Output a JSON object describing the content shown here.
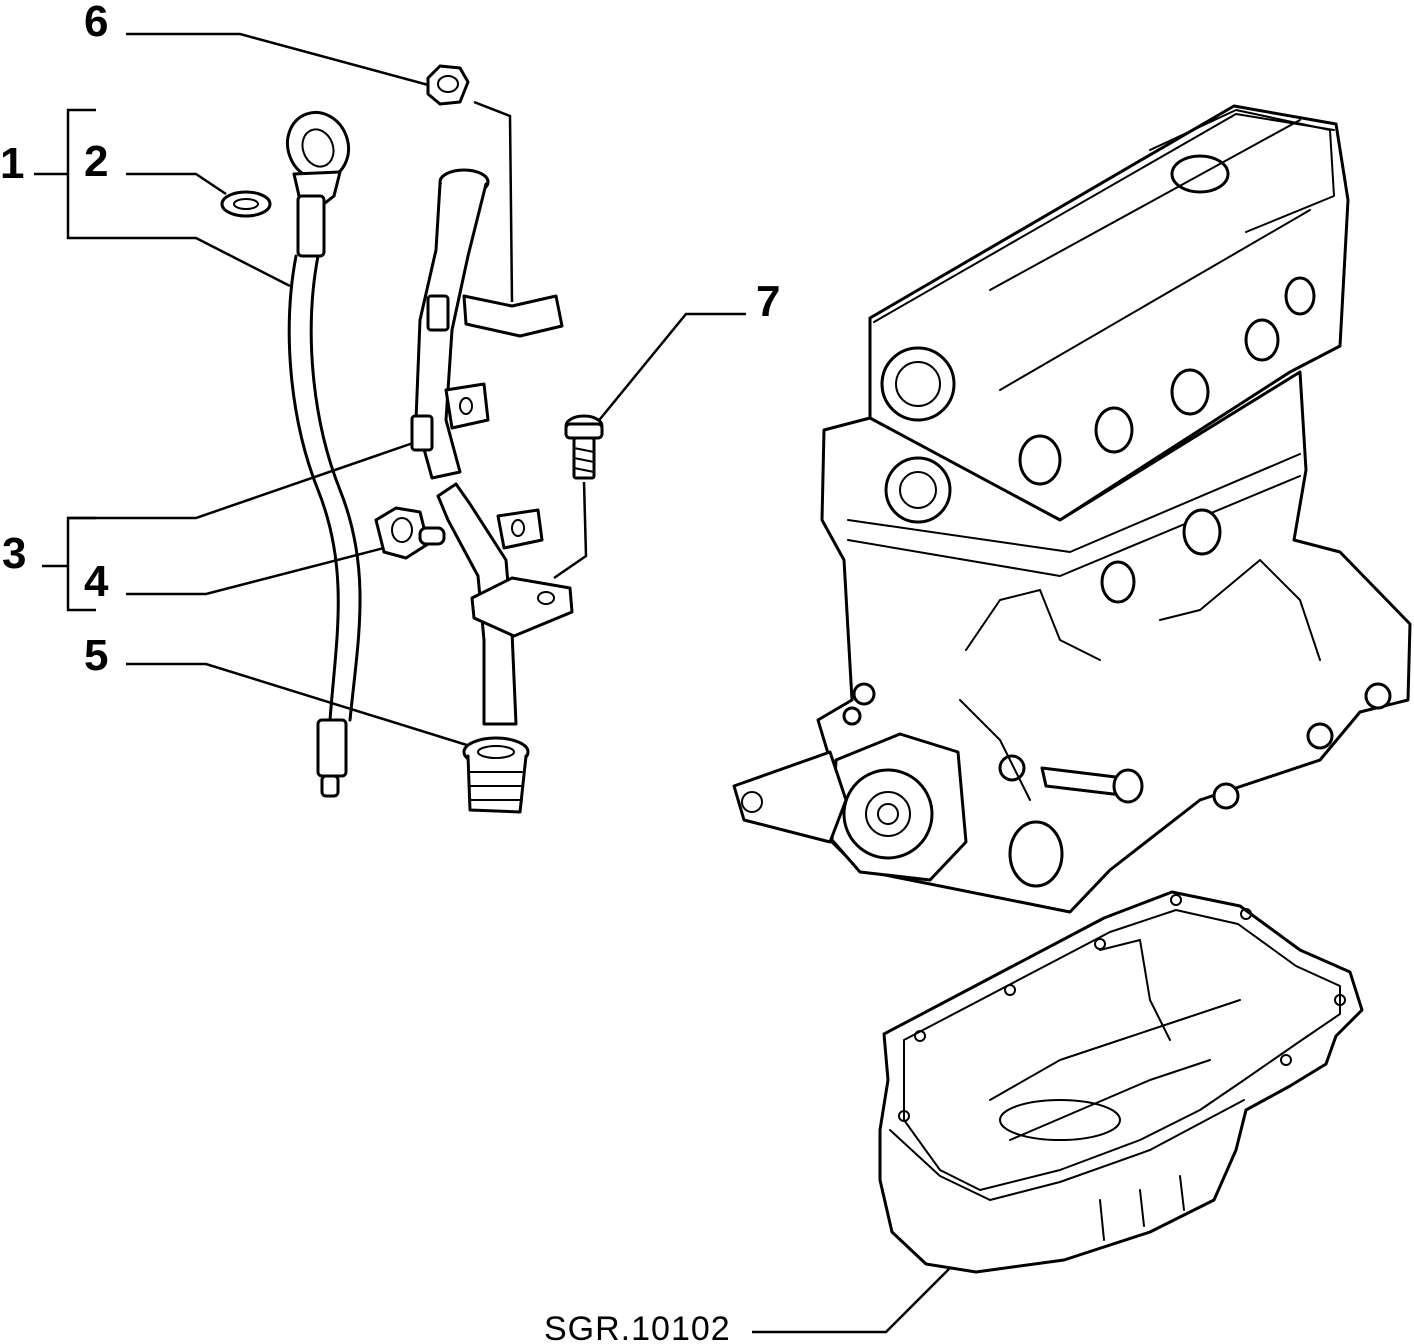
{
  "callouts": [
    {
      "id": "1",
      "label": "1"
    },
    {
      "id": "2",
      "label": "2"
    },
    {
      "id": "3",
      "label": "3"
    },
    {
      "id": "4",
      "label": "4"
    },
    {
      "id": "5",
      "label": "5"
    },
    {
      "id": "6",
      "label": "6"
    },
    {
      "id": "7",
      "label": "7"
    }
  ],
  "reference_code": "SGR.10102"
}
